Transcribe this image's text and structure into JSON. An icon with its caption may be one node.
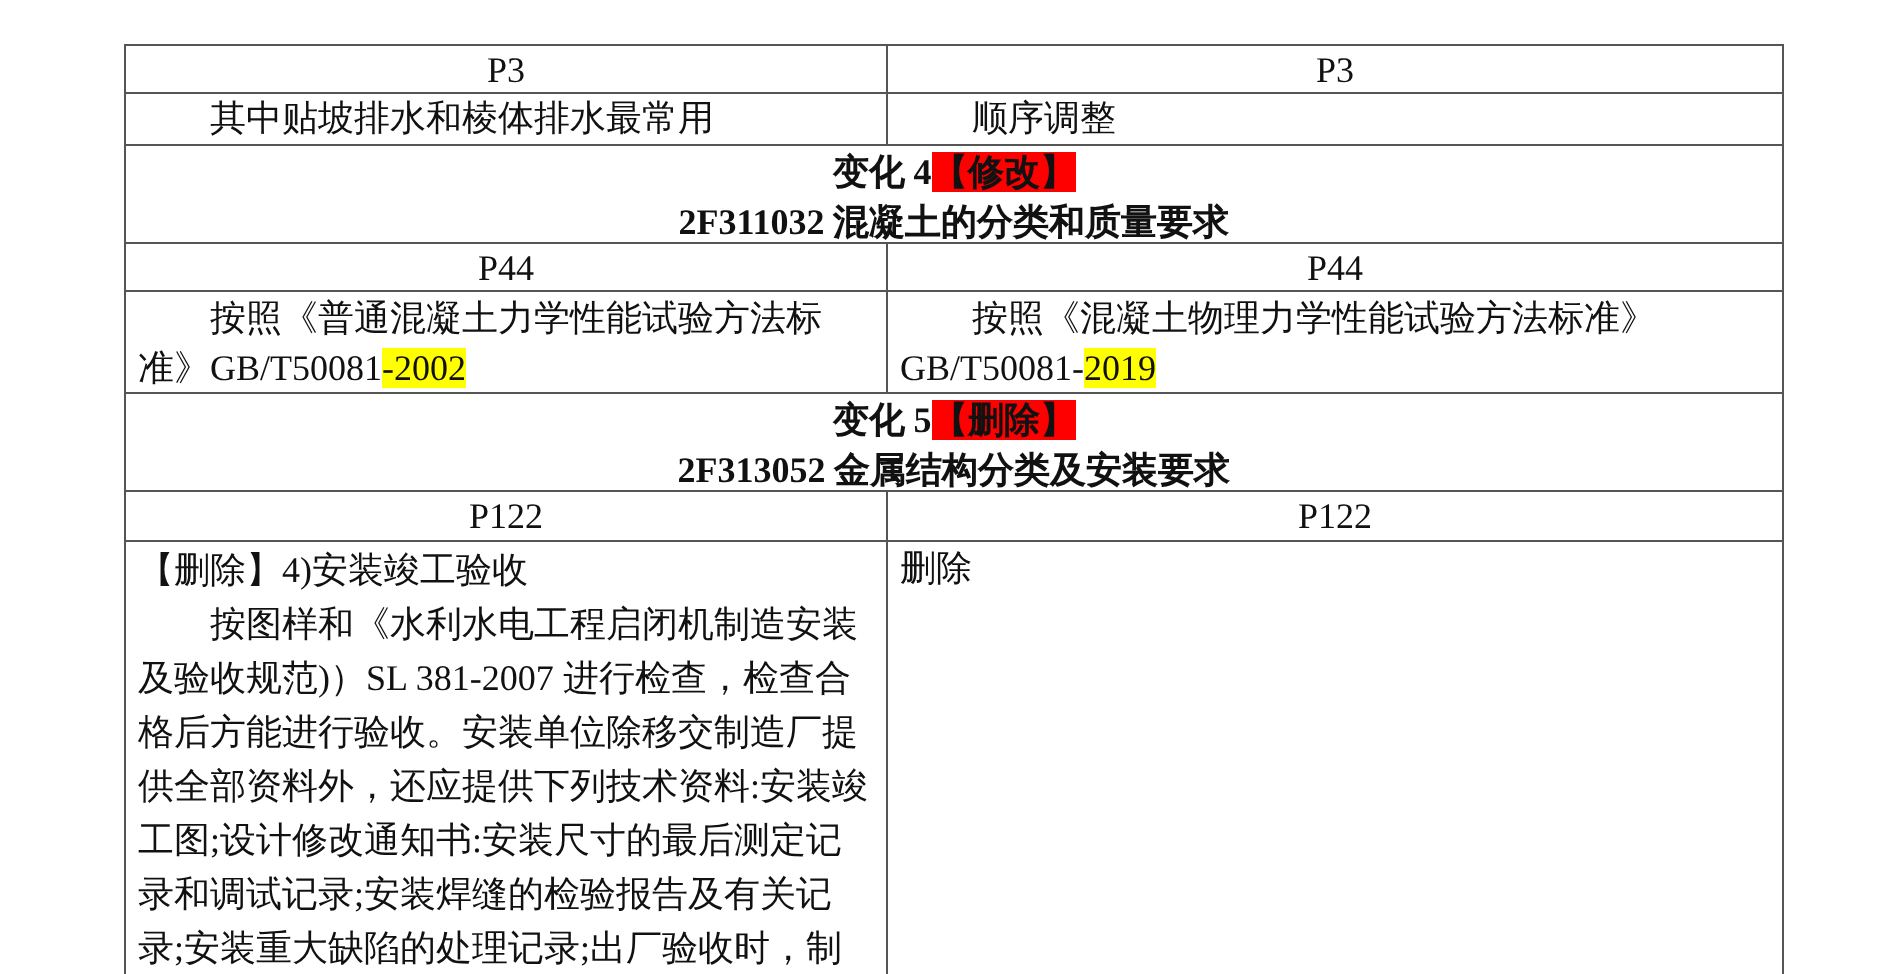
{
  "diagram": {
    "labels": [
      "P3",
      "P3",
      "其中贴坡排水和棱体排水最常用",
      "顺序调整",
      "变化 4",
      "【修改】",
      "2F311032 混凝土的分类和质量要求",
      "P44",
      "P44",
      "按照《普通混凝土力学性能试验方法标准》GB/T50081",
      "-2002",
      "按照《混凝土物理力学性能试验方法标准》GB/T50081-",
      "2019",
      "变化 5",
      "【删除】",
      "2F313052 金属结构分类及安装要求",
      "P122",
      "P122",
      "【删除】4)安装竣工验收",
      "按图样和《水利水电工程启闭机制造安装及验收规范)）SL 381-2007 进行检查，检查合格后方能进行验收。安装单位除移交制造厂提供全部资料外，还应提供下列技术资料:安装竣工图;设计修改通知书:安装尺寸的最后测定记录和调试记录;安装焊缝的检验报告及有关记录;安装重大缺陷的处理记录;出厂验收时，制造厂提供的全部资料;现场试验",
      "删除"
    ]
  }
}
